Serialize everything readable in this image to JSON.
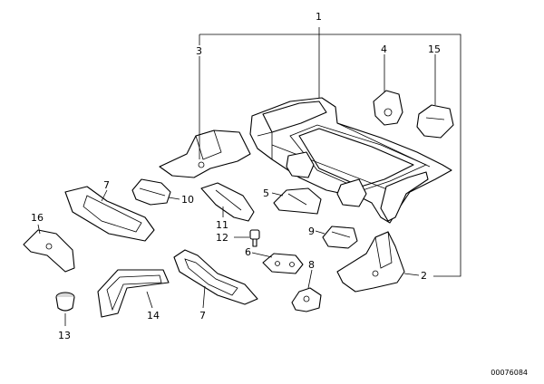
{
  "callouts": {
    "c1": "1",
    "c2": "2",
    "c3": "3",
    "c4": "4",
    "c5": "5",
    "c6": "6",
    "c7a": "7",
    "c7b": "7",
    "c8": "8",
    "c9": "9",
    "c10": "10",
    "c11": "11",
    "c12": "12",
    "c13": "13",
    "c14": "14",
    "c15": "15",
    "c16": "16"
  },
  "catalog_number": "00076084"
}
